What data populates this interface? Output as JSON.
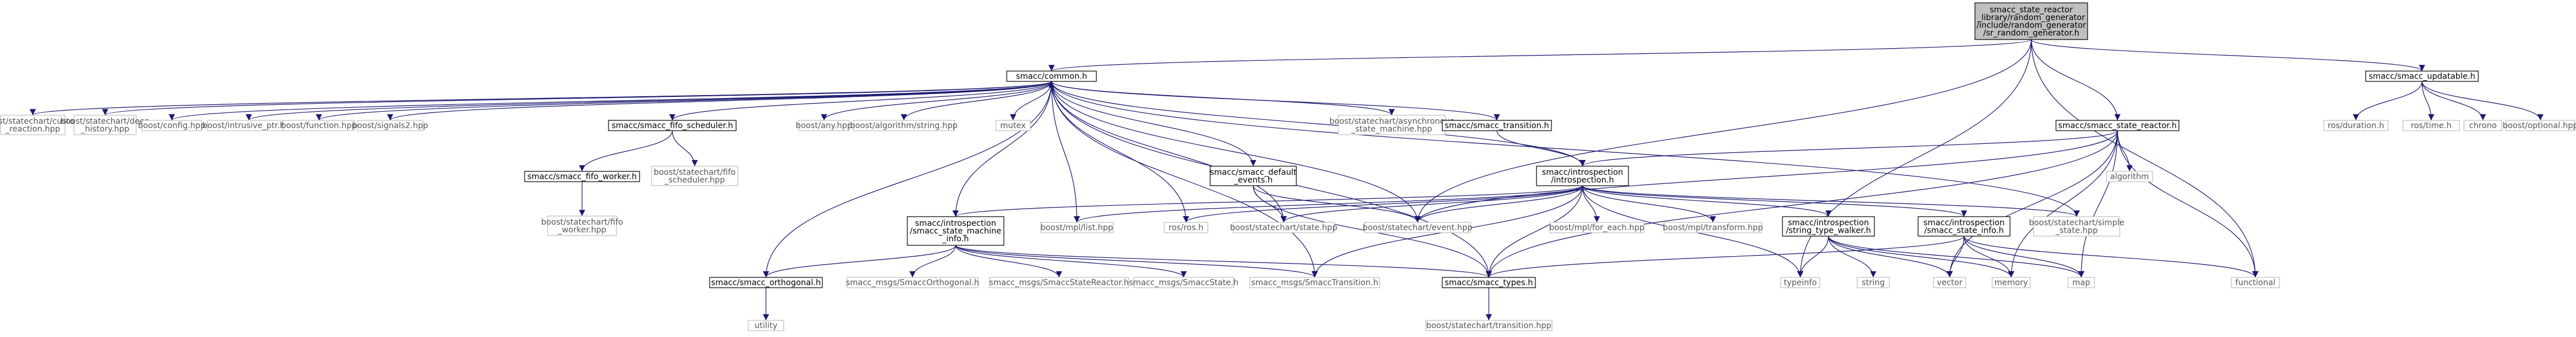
{
  "diagram": {
    "type": "include-dependency-graph",
    "colors": {
      "edge": "#191970",
      "root_fill": "#bfbfbf",
      "external_border": "#bfbfbf",
      "internal_border": "#000000",
      "background": "#ffffff"
    },
    "nodes": [
      {
        "id": "root",
        "kind": "root",
        "label": [
          "smacc_state_reactor",
          "_library/random_generator",
          "/include/random_generator",
          "/sr_random_generator.h"
        ]
      },
      {
        "id": "common",
        "kind": "internal",
        "label": [
          "smacc/common.h"
        ]
      },
      {
        "id": "updatable",
        "kind": "internal",
        "label": [
          "smacc/smacc_updatable.h"
        ]
      },
      {
        "id": "reactor",
        "kind": "internal",
        "label": [
          "smacc/smacc_state_reactor.h"
        ]
      },
      {
        "id": "custom_reaction",
        "kind": "external",
        "label": [
          "boost/statechart/custom",
          "_reaction.hpp"
        ]
      },
      {
        "id": "deep_history",
        "kind": "external",
        "label": [
          "boost/statechart/deep",
          "_history.hpp"
        ]
      },
      {
        "id": "config",
        "kind": "external",
        "label": [
          "boost/config.hpp"
        ]
      },
      {
        "id": "intrusive_ptr",
        "kind": "external",
        "label": [
          "boost/intrusive_ptr.hpp"
        ]
      },
      {
        "id": "function",
        "kind": "external",
        "label": [
          "boost/function.hpp"
        ]
      },
      {
        "id": "signals2",
        "kind": "external",
        "label": [
          "boost/signals2.hpp"
        ]
      },
      {
        "id": "fifo_scheduler",
        "kind": "internal",
        "label": [
          "smacc/smacc_fifo_scheduler.h"
        ]
      },
      {
        "id": "any",
        "kind": "external",
        "label": [
          "boost/any.hpp"
        ]
      },
      {
        "id": "algo_string",
        "kind": "external",
        "label": [
          "boost/algorithm/string.hpp"
        ]
      },
      {
        "id": "mutex",
        "kind": "external",
        "label": [
          "mutex"
        ]
      },
      {
        "id": "default_events",
        "kind": "internal",
        "label": [
          "smacc/smacc_default",
          "_events.h"
        ]
      },
      {
        "id": "async_sm",
        "kind": "external",
        "label": [
          "boost/statechart/asynchronous",
          "_state_machine.hpp"
        ]
      },
      {
        "id": "transition_h",
        "kind": "internal",
        "label": [
          "smacc/smacc_transition.h"
        ]
      },
      {
        "id": "introspection",
        "kind": "internal",
        "label": [
          "smacc/introspection",
          "/introspection.h"
        ]
      },
      {
        "id": "algorithm",
        "kind": "external",
        "label": [
          "algorithm"
        ]
      },
      {
        "id": "ros_duration",
        "kind": "external",
        "label": [
          "ros/duration.h"
        ]
      },
      {
        "id": "ros_time",
        "kind": "external",
        "label": [
          "ros/time.h"
        ]
      },
      {
        "id": "chrono",
        "kind": "external",
        "label": [
          "chrono"
        ]
      },
      {
        "id": "optional",
        "kind": "external",
        "label": [
          "boost/optional.hpp"
        ]
      },
      {
        "id": "fifo_worker",
        "kind": "internal",
        "label": [
          "smacc/smacc_fifo_worker.h"
        ]
      },
      {
        "id": "fifo_scheduler_hpp",
        "kind": "external",
        "label": [
          "boost/statechart/fifo",
          "_scheduler.hpp"
        ]
      },
      {
        "id": "sm_info",
        "kind": "internal",
        "label": [
          "smacc/introspection",
          "/smacc_state_machine",
          "_info.h"
        ]
      },
      {
        "id": "mpl_list",
        "kind": "external",
        "label": [
          "boost/mpl/list.hpp"
        ]
      },
      {
        "id": "ros_ros",
        "kind": "external",
        "label": [
          "ros/ros.h"
        ]
      },
      {
        "id": "sc_state",
        "kind": "external",
        "label": [
          "boost/statechart/state.hpp"
        ]
      },
      {
        "id": "sc_event",
        "kind": "external",
        "label": [
          "boost/statechart/event.hpp"
        ]
      },
      {
        "id": "mpl_for_each",
        "kind": "external",
        "label": [
          "boost/mpl/for_each.hpp"
        ]
      },
      {
        "id": "mpl_transform",
        "kind": "external",
        "label": [
          "boost/mpl/transform.hpp"
        ]
      },
      {
        "id": "string_type_walker",
        "kind": "internal",
        "label": [
          "smacc/introspection",
          "/string_type_walker.h"
        ]
      },
      {
        "id": "state_info",
        "kind": "internal",
        "label": [
          "smacc/introspection",
          "/smacc_state_info.h"
        ]
      },
      {
        "id": "simple_state",
        "kind": "external",
        "label": [
          "boost/statechart/simple",
          "_state.hpp"
        ]
      },
      {
        "id": "fifo_worker_hpp",
        "kind": "external",
        "label": [
          "boost/statechart/fifo",
          "_worker.hpp"
        ]
      },
      {
        "id": "orthogonal",
        "kind": "internal",
        "label": [
          "smacc/smacc_orthogonal.h"
        ]
      },
      {
        "id": "msg_orthogonal",
        "kind": "external",
        "label": [
          "smacc_msgs/SmaccOrthogonal.h"
        ]
      },
      {
        "id": "msg_state_reactor",
        "kind": "external",
        "label": [
          "smacc_msgs/SmaccStateReactor.h"
        ]
      },
      {
        "id": "msg_state",
        "kind": "external",
        "label": [
          "smacc_msgs/SmaccState.h"
        ]
      },
      {
        "id": "msg_transition",
        "kind": "external",
        "label": [
          "smacc_msgs/SmaccTransition.h"
        ]
      },
      {
        "id": "smacc_types",
        "kind": "internal",
        "label": [
          "smacc/smacc_types.h"
        ]
      },
      {
        "id": "typeinfo",
        "kind": "external",
        "label": [
          "typeinfo"
        ]
      },
      {
        "id": "string",
        "kind": "external",
        "label": [
          "string"
        ]
      },
      {
        "id": "vector",
        "kind": "external",
        "label": [
          "vector"
        ]
      },
      {
        "id": "memory",
        "kind": "external",
        "label": [
          "memory"
        ]
      },
      {
        "id": "map",
        "kind": "external",
        "label": [
          "map"
        ]
      },
      {
        "id": "functional",
        "kind": "external",
        "label": [
          "functional"
        ]
      },
      {
        "id": "utility",
        "kind": "external",
        "label": [
          "utility"
        ]
      },
      {
        "id": "sc_transition",
        "kind": "external",
        "label": [
          "boost/statechart/transition.hpp"
        ]
      }
    ],
    "edges": [
      [
        "root",
        "common"
      ],
      [
        "root",
        "updatable"
      ],
      [
        "root",
        "reactor"
      ],
      [
        "root",
        "sc_event"
      ],
      [
        "root",
        "typeinfo"
      ],
      [
        "root",
        "functional"
      ],
      [
        "common",
        "custom_reaction"
      ],
      [
        "common",
        "deep_history"
      ],
      [
        "common",
        "config"
      ],
      [
        "common",
        "intrusive_ptr"
      ],
      [
        "common",
        "function"
      ],
      [
        "common",
        "signals2"
      ],
      [
        "common",
        "fifo_scheduler"
      ],
      [
        "common",
        "any"
      ],
      [
        "common",
        "algo_string"
      ],
      [
        "common",
        "mutex"
      ],
      [
        "common",
        "default_events"
      ],
      [
        "common",
        "async_sm"
      ],
      [
        "common",
        "transition_h"
      ],
      [
        "common",
        "introspection"
      ],
      [
        "common",
        "sm_info"
      ],
      [
        "common",
        "mpl_list"
      ],
      [
        "common",
        "ros_ros"
      ],
      [
        "common",
        "sc_state"
      ],
      [
        "common",
        "sc_event"
      ],
      [
        "common",
        "simple_state"
      ],
      [
        "common",
        "smacc_types"
      ],
      [
        "common",
        "msg_transition"
      ],
      [
        "updatable",
        "ros_duration"
      ],
      [
        "updatable",
        "ros_time"
      ],
      [
        "updatable",
        "chrono"
      ],
      [
        "updatable",
        "optional"
      ],
      [
        "reactor",
        "introspection"
      ],
      [
        "reactor",
        "algorithm"
      ],
      [
        "reactor",
        "sc_event"
      ],
      [
        "reactor",
        "smacc_types"
      ],
      [
        "reactor",
        "memory"
      ],
      [
        "reactor",
        "map"
      ],
      [
        "reactor",
        "functional"
      ],
      [
        "reactor",
        "vector"
      ],
      [
        "fifo_scheduler",
        "fifo_worker"
      ],
      [
        "fifo_scheduler",
        "fifo_scheduler_hpp"
      ],
      [
        "fifo_worker",
        "fifo_worker_hpp"
      ],
      [
        "default_events",
        "sc_state"
      ],
      [
        "default_events",
        "sc_event"
      ],
      [
        "default_events",
        "smacc_types"
      ],
      [
        "transition_h",
        "introspection"
      ],
      [
        "introspection",
        "sm_info"
      ],
      [
        "introspection",
        "mpl_list"
      ],
      [
        "introspection",
        "ros_ros"
      ],
      [
        "introspection",
        "sc_state"
      ],
      [
        "introspection",
        "sc_event"
      ],
      [
        "introspection",
        "mpl_for_each"
      ],
      [
        "introspection",
        "mpl_transform"
      ],
      [
        "introspection",
        "string_type_walker"
      ],
      [
        "introspection",
        "state_info"
      ],
      [
        "introspection",
        "simple_state"
      ],
      [
        "introspection",
        "typeinfo"
      ],
      [
        "introspection",
        "smacc_types"
      ],
      [
        "introspection",
        "msg_transition"
      ],
      [
        "sm_info",
        "orthogonal"
      ],
      [
        "sm_info",
        "msg_orthogonal"
      ],
      [
        "sm_info",
        "msg_state_reactor"
      ],
      [
        "sm_info",
        "msg_state"
      ],
      [
        "sm_info",
        "msg_transition"
      ],
      [
        "sm_info",
        "smacc_types"
      ],
      [
        "orthogonal",
        "common"
      ],
      [
        "orthogonal",
        "utility"
      ],
      [
        "string_type_walker",
        "typeinfo"
      ],
      [
        "string_type_walker",
        "string"
      ],
      [
        "string_type_walker",
        "vector"
      ],
      [
        "string_type_walker",
        "memory"
      ],
      [
        "string_type_walker",
        "map"
      ],
      [
        "state_info",
        "smacc_types"
      ],
      [
        "state_info",
        "vector"
      ],
      [
        "state_info",
        "memory"
      ],
      [
        "state_info",
        "map"
      ],
      [
        "state_info",
        "functional"
      ],
      [
        "smacc_types",
        "sc_transition"
      ]
    ]
  }
}
